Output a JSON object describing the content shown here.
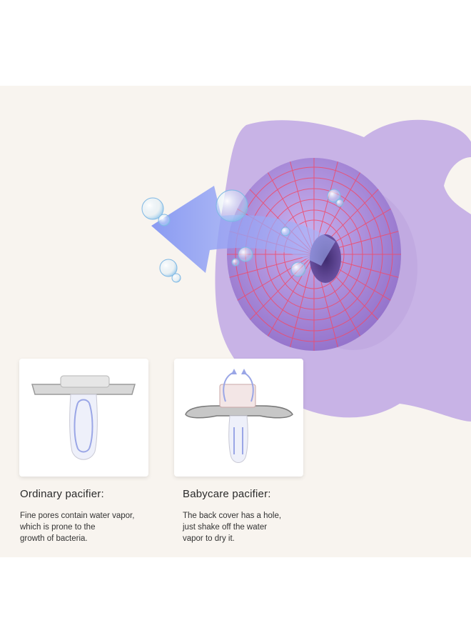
{
  "colors": {
    "background": "#f8f4ef",
    "pacifier_shield": "#c8b3e6",
    "nipple": "#a889d6",
    "mesh_lines": "#f04a6a",
    "arrow": "#8c9cf4",
    "text": "#2a2a2a"
  },
  "illustration": {
    "shield": "pacifier-shield",
    "nipple": "nipple-ring",
    "arrow": "airflow-arrow-icon",
    "bubbles": "water-bubble-icon"
  },
  "comparison": [
    {
      "heading": "Ordinary pacifier:",
      "description_lines": [
        "Fine pores contain water vapor,",
        "which is prone to the",
        "growth of bacteria."
      ]
    },
    {
      "heading": "Babycare pacifier:",
      "description_lines": [
        "The back cover has a hole,",
        "just shake off the water",
        "vapor to dry it."
      ]
    }
  ]
}
